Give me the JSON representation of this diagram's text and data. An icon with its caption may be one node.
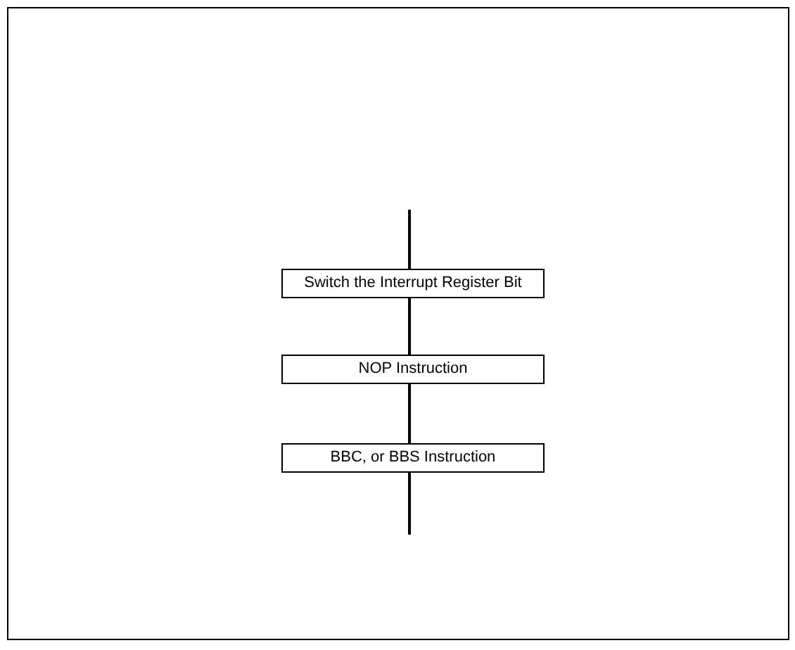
{
  "diagram": {
    "nodes": [
      {
        "text": [
          "Switch the Interrupt Register Bit"
        ]
      },
      {
        "text": [
          "NOP Instruction"
        ]
      },
      {
        "text": [
          "BBC, or BBS Instruction"
        ]
      }
    ],
    "edges": [
      {
        "from": null,
        "to": 0,
        "arrow": "none"
      },
      {
        "from": 0,
        "to": 1,
        "arrow": "none"
      },
      {
        "from": 1,
        "to": 2,
        "arrow": "none"
      },
      {
        "from": 2,
        "to": null,
        "arrow": "none"
      }
    ]
  }
}
